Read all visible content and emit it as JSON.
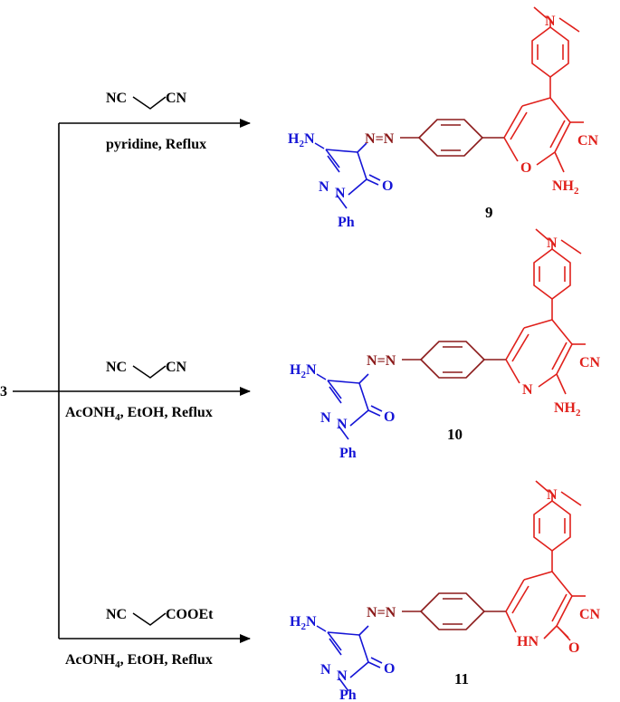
{
  "colors": {
    "arrow": "#000000",
    "pyrazolone": "#1515d6",
    "linker": "#8b1a1a",
    "heterocycle": "#e0201b"
  },
  "start": {
    "label": "3"
  },
  "reactions": [
    {
      "reagent_left": "NC",
      "reagent_right": "CN",
      "conditions": "pyridine, Reflux",
      "product": {
        "number": "9",
        "ring_heteroatom": "O",
        "substituent": "NH",
        "substituent_sub": "2"
      }
    },
    {
      "reagent_left": "NC",
      "reagent_right": "CN",
      "conditions_pre": "AcONH",
      "conditions_sub": "4",
      "conditions_post": ", EtOH, Reflux",
      "product": {
        "number": "10",
        "ring_heteroatom": "N",
        "substituent": "NH",
        "substituent_sub": "2"
      }
    },
    {
      "reagent_left": "NC",
      "reagent_right": "COOEt",
      "conditions_pre": "AcONH",
      "conditions_sub": "4",
      "conditions_post": ", EtOH, Reflux",
      "product": {
        "number": "11",
        "ring_heteroatom": "HN",
        "substituent": "O"
      }
    }
  ],
  "labels": {
    "amino": "H",
    "amino_sub": "2",
    "amino_tail": "N",
    "azo_n1": "N",
    "azo_eq": "=",
    "azo_n2": "N",
    "ring_n": "N",
    "ring_n_dash": "N",
    "carbonyl_o": "O",
    "phenyl": "Ph",
    "nitrile": "CN",
    "nitrile2": "CN",
    "nitrile3": "CN",
    "dimethylamino": "N"
  }
}
